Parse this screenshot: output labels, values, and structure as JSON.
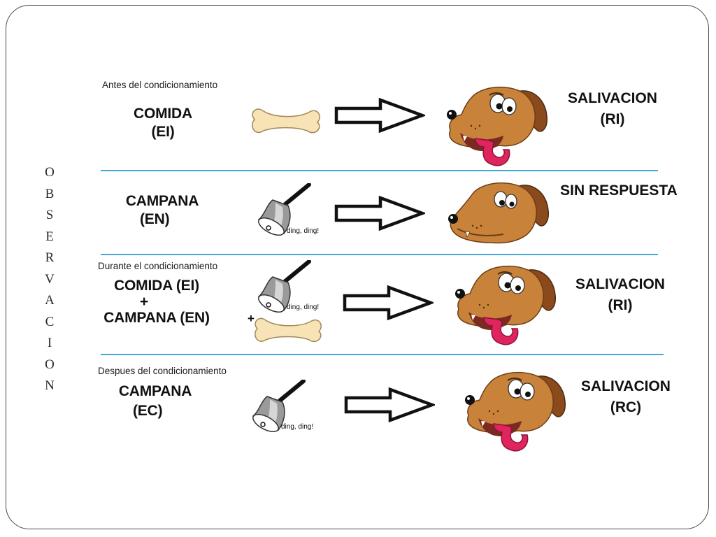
{
  "slide": {
    "vertical_title": "OBSERVACION",
    "vertical_letters": [
      "O",
      "B",
      "S",
      "E",
      "R",
      "V",
      "A",
      "C",
      "I",
      "O",
      "N"
    ]
  },
  "rows": [
    {
      "phase_label": "Antes del condicionamiento",
      "stimulus_line1": "COMIDA",
      "stimulus_line2": "(EI)",
      "response_line1": "SALIVACION",
      "response_line2": "(RI)"
    },
    {
      "phase_label": "",
      "stimulus_line1": "CAMPANA",
      "stimulus_line2": "(EN)",
      "bell_text": "ding, ding!",
      "response_line1": "SIN RESPUESTA",
      "response_line2": ""
    },
    {
      "phase_label": "Durante el condicionamiento",
      "stimulus_line1": "COMIDA (EI)",
      "stimulus_plus": "+",
      "stimulus_line2": "CAMPANA (EN)",
      "bell_text": "ding, ding!",
      "image_plus": "+",
      "response_line1": "SALIVACION",
      "response_line2": "(RI)"
    },
    {
      "phase_label": "Despues del condicionamiento",
      "stimulus_line1": "CAMPANA",
      "stimulus_line2": "(EC)",
      "bell_text": "ding, ding!",
      "response_line1": "SALIVACION",
      "response_line2": "(RC)"
    }
  ],
  "colors": {
    "divider": "#45a6d6",
    "dog_fur": "#c8823a",
    "tongue": "#e0245e",
    "bone": "#f7e3b5"
  },
  "icons": [
    "bone-icon",
    "bell-icon",
    "arrow-icon",
    "dog-salivating-icon",
    "dog-neutral-icon"
  ]
}
